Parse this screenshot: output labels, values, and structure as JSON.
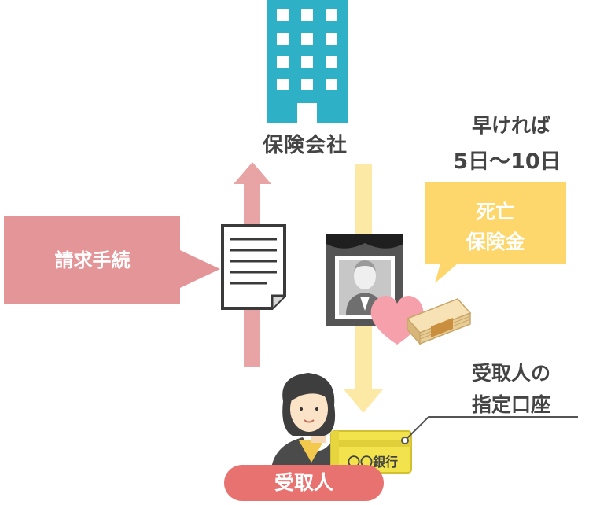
{
  "insurance_company": {
    "label": "保険会社"
  },
  "claim_bubble": {
    "text": "請求手続"
  },
  "payout_bubble": {
    "line1": "死亡",
    "line2": "保険金"
  },
  "speed_note": {
    "line1": "早ければ",
    "line2": "5日～10日"
  },
  "account_note": {
    "line1": "受取人の",
    "line2": "指定口座"
  },
  "recipient": {
    "label": "受取人"
  },
  "bankbook": {
    "text": "〇〇銀行"
  },
  "colors": {
    "building": "#2eb1c6",
    "claim_arrow": "#e8a3a4",
    "claim_bubble": "#e49598",
    "payout_arrow": "#fde9a6",
    "payout_bubble": "#fdd66c",
    "recipient_badge": "#e8726f",
    "bankbook": "#f2e34c"
  }
}
